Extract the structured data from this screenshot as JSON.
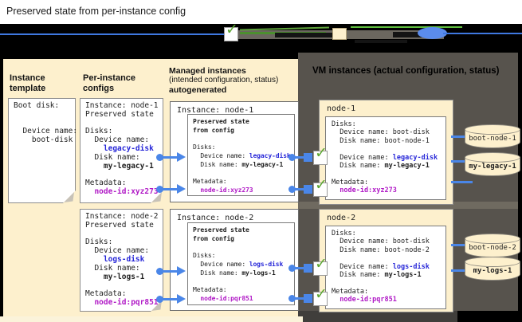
{
  "title": "Preserved state from per-instance config",
  "headers": {
    "col_template": "Instance template",
    "col_config": "Per-instance configs",
    "col_managed_1": "Managed instances",
    "col_managed_2": "(intended configuration, status)",
    "col_managed_3": "autogenerated",
    "vm_panel": "VM instances (actual configuration, status)"
  },
  "colors": {
    "cream": "#fdf0cd",
    "panel_gray": "#57534d",
    "connector_blue": "#4a86e8",
    "text_blue": "#2626d8",
    "text_magenta": "#b019c6",
    "check_green": "#5ca632"
  },
  "template_card": {
    "boot": "Boot disk:",
    "device_label": "  Device name:",
    "device_value": "    boot-disk"
  },
  "config_node1": {
    "instance": "Instance: node-1",
    "preserved": "Preserved state",
    "disks": "Disks:",
    "device_label": "  Device name:",
    "device_value": "    legacy-disk",
    "disk_label": "  Disk name:",
    "disk_value": "    my-legacy-1",
    "meta": "Metadata:",
    "meta_value": "  node-id:xyz273"
  },
  "config_node2": {
    "instance": "Instance: node-2",
    "preserved": "Preserved state",
    "disks": "Disks:",
    "device_label": "  Device name:",
    "device_value": "    logs-disk",
    "disk_label": "  Disk name:",
    "disk_value": "    my-logs-1",
    "meta": "Metadata:",
    "meta_value": "  node-id:pqr851"
  },
  "managed_node1": {
    "title": "Instance: node-1",
    "state1": "Preserved state",
    "state2": "from config",
    "disks": "Disks:",
    "device_label": "  Device name: ",
    "device_value": "legacy-disk",
    "disk_label": "  Disk name: ",
    "disk_value": "my-legacy-1",
    "meta": "Metadata:",
    "meta_value": "  node-id:xyz273"
  },
  "managed_node2": {
    "title": "Instance: node-2",
    "state1": "Preserved state",
    "state2": "from config",
    "disks": "Disks:",
    "device_label": "  Device name: ",
    "device_value": "logs-disk",
    "disk_label": "  Disk name: ",
    "disk_value": "my-logs-1",
    "meta": "Metadata:",
    "meta_value": "  node-id:pqr851"
  },
  "vm_node1": {
    "title": "node-1",
    "disks": "Disks:",
    "boot_device": "  Device name: boot-disk",
    "boot_name": "  Disk name: boot-node-1",
    "device_label": "  Device name: ",
    "device_value": "legacy-disk",
    "disk_label": "  Disk name: ",
    "disk_value": "my-legacy-1",
    "meta": "Metadata:",
    "meta_value": "  node-id:xyz273"
  },
  "vm_node2": {
    "title": "node-2",
    "disks": "Disks:",
    "boot_device": "  Device name: boot-disk",
    "boot_name": "  Disk name: boot-node-2",
    "device_label": "  Device name: ",
    "device_value": "logs-disk",
    "disk_label": "  Disk name: ",
    "disk_value": "my-logs-1",
    "meta": "Metadata:",
    "meta_value": "  node-id:pqr851"
  },
  "disks": {
    "boot1": "boot-node-1",
    "legacy": "my-legacy-1",
    "boot2": "boot-node-2",
    "logs": "my-logs-1"
  }
}
